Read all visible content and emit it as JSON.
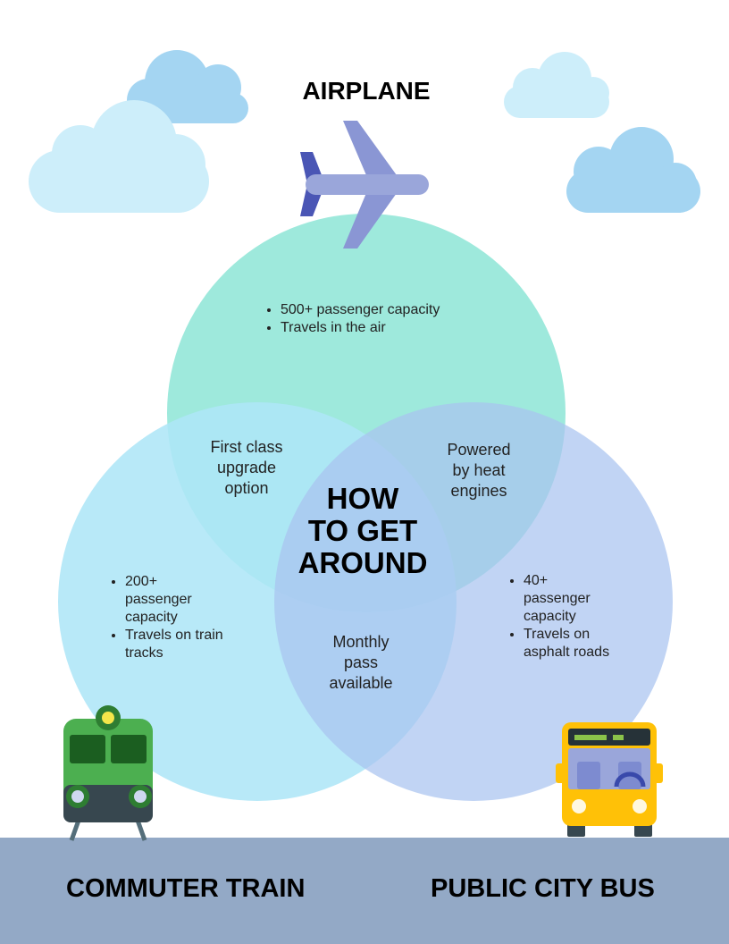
{
  "title": "HOW TO GET AROUND",
  "sets": {
    "airplane": {
      "label": "AIRPLANE",
      "items": [
        "500+ passenger capacity",
        "Travels in the air"
      ]
    },
    "train": {
      "label": "COMMUTER TRAIN",
      "items": [
        "200+ passenger capacity",
        "Travels on train tracks"
      ]
    },
    "bus": {
      "label": "PUBLIC CITY BUS",
      "items": [
        "40+ passenger capacity",
        "Travels on asphalt roads"
      ]
    }
  },
  "overlaps": {
    "airplane_train": "First class upgrade option",
    "airplane_bus": "Powered by heat engines",
    "train_bus": "Monthly pass available"
  },
  "colors": {
    "airplane_circle": "#9ee9dc",
    "train_circle": "#aee6f7",
    "bus_circle": "#b9d0f2",
    "ground": "#93a9c6",
    "cloud_light": "#cdeefa",
    "cloud_medium": "#a4d5f2"
  },
  "icons": [
    "cloud-icon",
    "airplane-icon",
    "train-icon",
    "bus-icon"
  ]
}
